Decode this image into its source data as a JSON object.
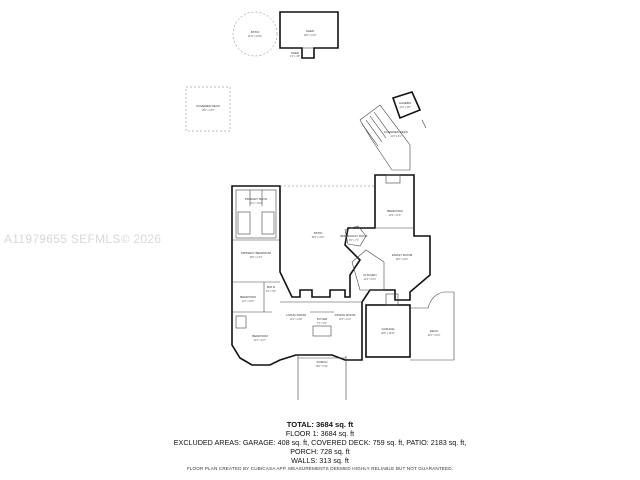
{
  "watermark": "A11979655 SEFMLS© 2026",
  "summary": {
    "total": "TOTAL: 3684 sq. ft",
    "floor": "FLOOR 1: 3684 sq. ft",
    "excluded": "EXCLUDED AREAS: GARAGE: 408 sq. ft, COVERED DECK: 759 sq. ft, PATIO: 2183 sq. ft,",
    "porch": "PORCH: 728 sq. ft",
    "walls": "WALLS: 313 sq. ft"
  },
  "footer": "FLOOR PLAN CREATED BY CUBICASA APP. MEASUREMENTS DEEMED HIGHLY RELIABLE BUT NOT GUARANTEED.",
  "rooms": {
    "patio_top": {
      "name": "PATIO",
      "dims": "10'11\" x 10'11\""
    },
    "shed": {
      "name": "SHED",
      "dims": "14'5\" x 13'0\""
    },
    "shed_small": {
      "name": "SHED",
      "dims": "4'1\" x 4'5\""
    },
    "covered_deck": {
      "name": "COVERED DECK",
      "dims": "16'5\" x 12'5\""
    },
    "gazebo": {
      "name": "GAZEBO",
      "dims": "4'10\" x 4'8\""
    },
    "covered_deck_2": {
      "name": "COVERED DECK",
      "dims": "12'2\" x 8'1\""
    },
    "primary_bath": {
      "name": "PRIMARY BATH",
      "dims": "12'1\" x 10'3\""
    },
    "primary_bedroom": {
      "name": "PRIMARY BEDROOM",
      "dims": "16'0\" x 14'4\""
    },
    "patio_main": {
      "name": "PATIO",
      "dims": "52'3\" x 41'6\""
    },
    "bedroom_ne": {
      "name": "BEDROOM",
      "dims": "11'9\" x 11'5\""
    },
    "breakfast": {
      "name": "BREAKFAST NOOK",
      "dims": "9'0\" x 7'1\""
    },
    "family_room": {
      "name": "FAMILY ROOM",
      "dims": "22'0\" x 16'6\""
    },
    "kitchen": {
      "name": "KITCHEN",
      "dims": "12'4\" x 11'3\""
    },
    "bedroom_w": {
      "name": "BEDROOM",
      "dims": "11'6\" x 10'6\""
    },
    "bath": {
      "name": "BATH",
      "dims": "8'4\" x 5'0\""
    },
    "bedroom_sw": {
      "name": "BEDROOM",
      "dims": "11'3\" x 10'7\""
    },
    "living_room": {
      "name": "LIVING ROOM",
      "dims": "14'1\" x 13'8\""
    },
    "foyer": {
      "name": "FOYER",
      "dims": "7'3\" x 6'2\""
    },
    "dining_room": {
      "name": "DINING ROOM",
      "dims": "12'5\" x 11'4\""
    },
    "garage": {
      "name": "GARAGE",
      "dims": "20'5\" x 19'11\""
    },
    "deck": {
      "name": "DECK",
      "dims": "21'5\" x 10'0\""
    },
    "porch": {
      "name": "PORCH",
      "dims": "18'0\" x 6'11\""
    }
  }
}
